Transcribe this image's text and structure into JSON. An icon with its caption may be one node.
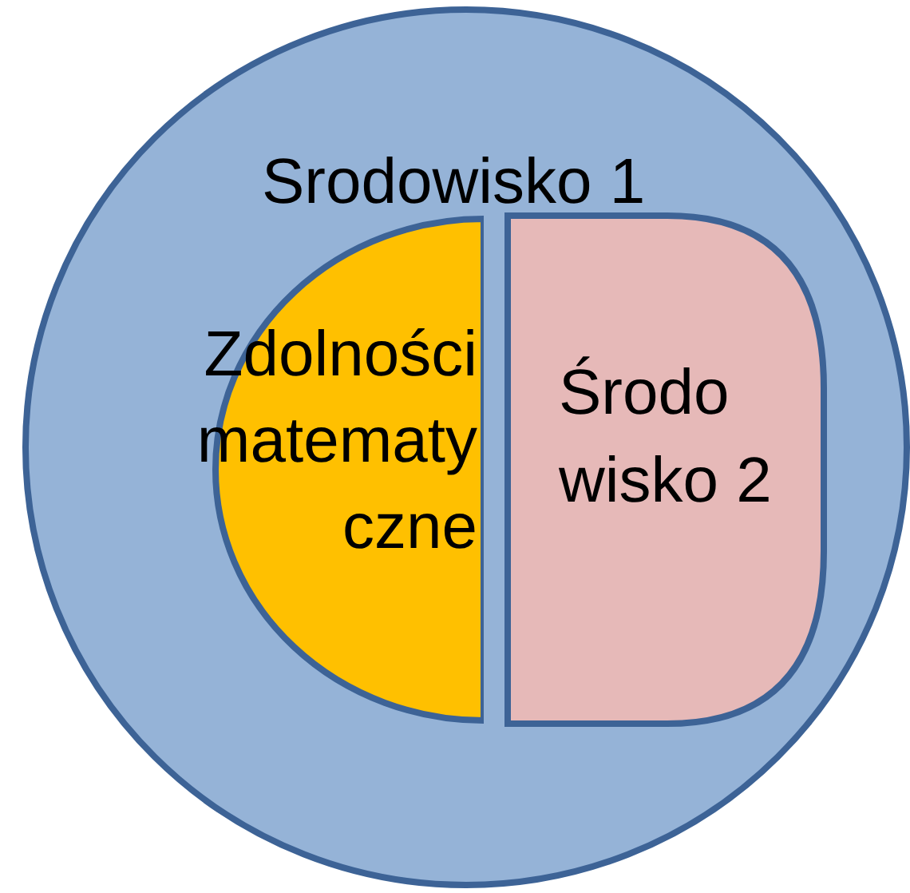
{
  "diagram": {
    "nodes": [
      {
        "text": [
          "Srodowisko 1"
        ]
      },
      {
        "text": [
          "Zdolności matematy czne"
        ],
        "in": 0
      },
      {
        "text": [
          "Środo wisko 2"
        ],
        "in": 0
      }
    ]
  }
}
